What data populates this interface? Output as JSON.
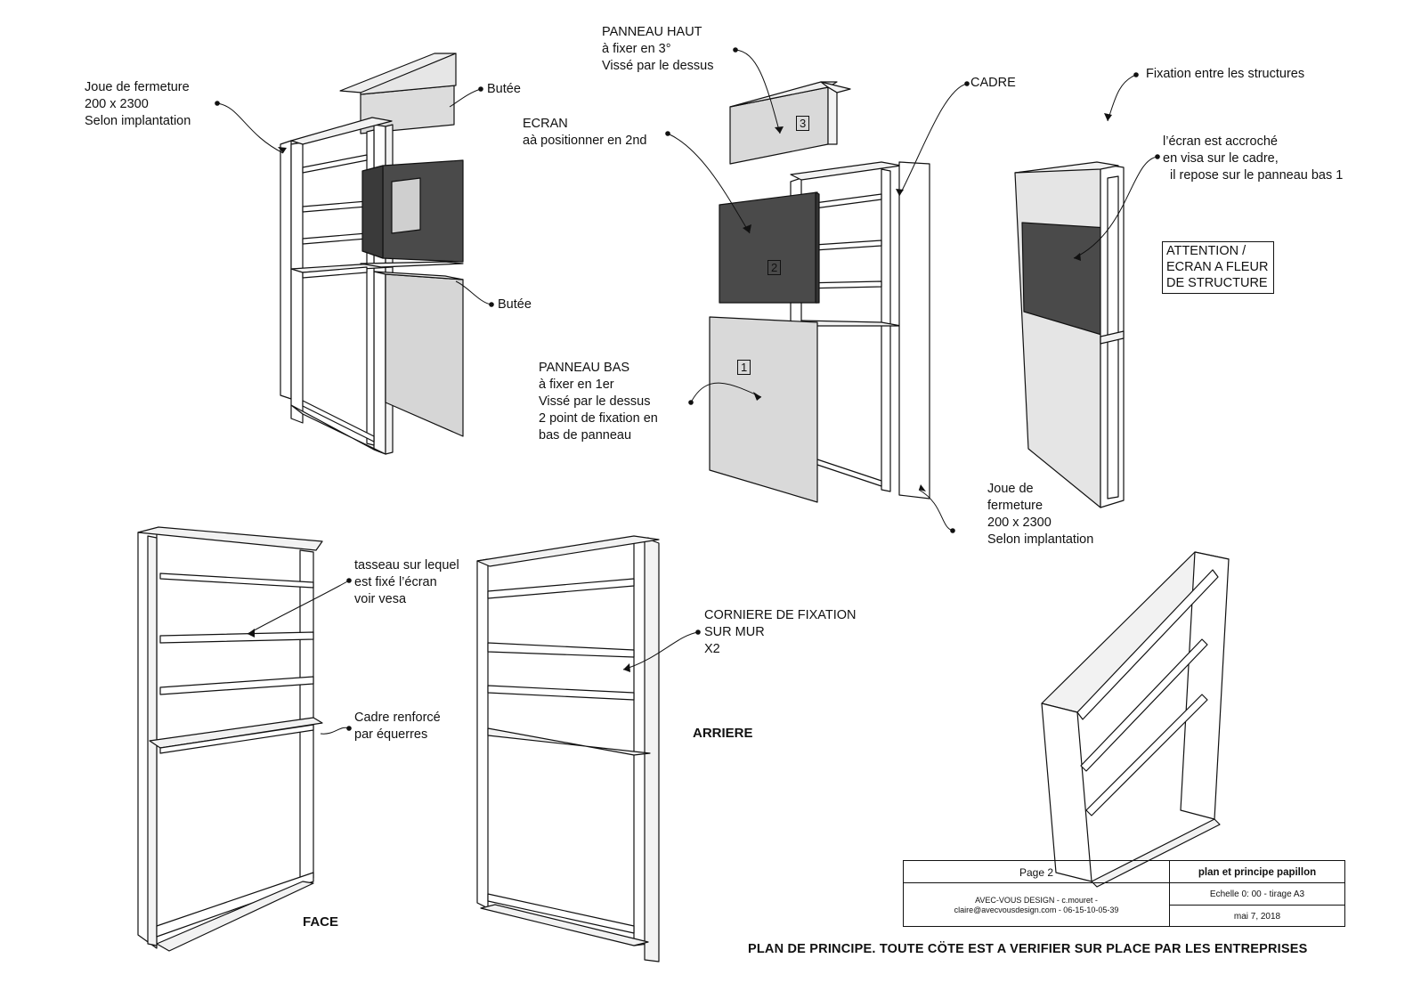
{
  "labels": {
    "joue_fermeture_left": "Joue de fermeture\n200 x 2300\nSelon implantation",
    "butee_top": "Butée",
    "butee_mid": "Butée",
    "panneau_haut": "PANNEAU HAUT\nà fixer en 3°\nVissé par le dessus",
    "ecran": "ECRAN\naà positionner en 2nd",
    "cadre": "CADRE",
    "panneau_bas": "PANNEAU BAS\nà fixer en 1er\nVissé par le dessus\n2 point de fixation en\nbas de panneau",
    "fixation": "Fixation entre les structures",
    "ecran_accroche": "l’écran est accroché\nen visa sur le cadre,\n  il repose sur le panneau bas 1",
    "attention": "ATTENTION /\nECRAN A FLEUR\nDE STRUCTURE",
    "joue_fermeture_right": "Joue de\nfermeture\n200 x 2300\nSelon implantation",
    "tasseau": "tasseau sur lequel\nest fixé l’écran\nvoir vesa",
    "corniere": "CORNIERE DE FIXATION\nSUR MUR\nX2",
    "cadre_renforce": "Cadre renforcé\npar équerres",
    "panel_num_1": "1",
    "panel_num_2": "2",
    "panel_num_3": "3"
  },
  "captions": {
    "face": "FACE",
    "arriere": "ARRIERE"
  },
  "title_block": {
    "page": "Page 2",
    "title": "plan et principe papillon",
    "company": "AVEC-VOUS DESIGN - c.mouret -\nclaire@avecvousdesign.com - 06-15-10-05-39",
    "scale": "Echelle  0: 00 - tirage A3",
    "date": "mai 7, 2018"
  },
  "footer_note": "PLAN DE PRINCIPE. TOUTE CÖTE EST A VERIFIER SUR PLACE PAR LES ENTREPRISES",
  "colors": {
    "ink": "#111111",
    "panel_light": "#d9d9d9",
    "screen_dark": "#4a4a4a",
    "frame_fill": "#ffffff"
  }
}
